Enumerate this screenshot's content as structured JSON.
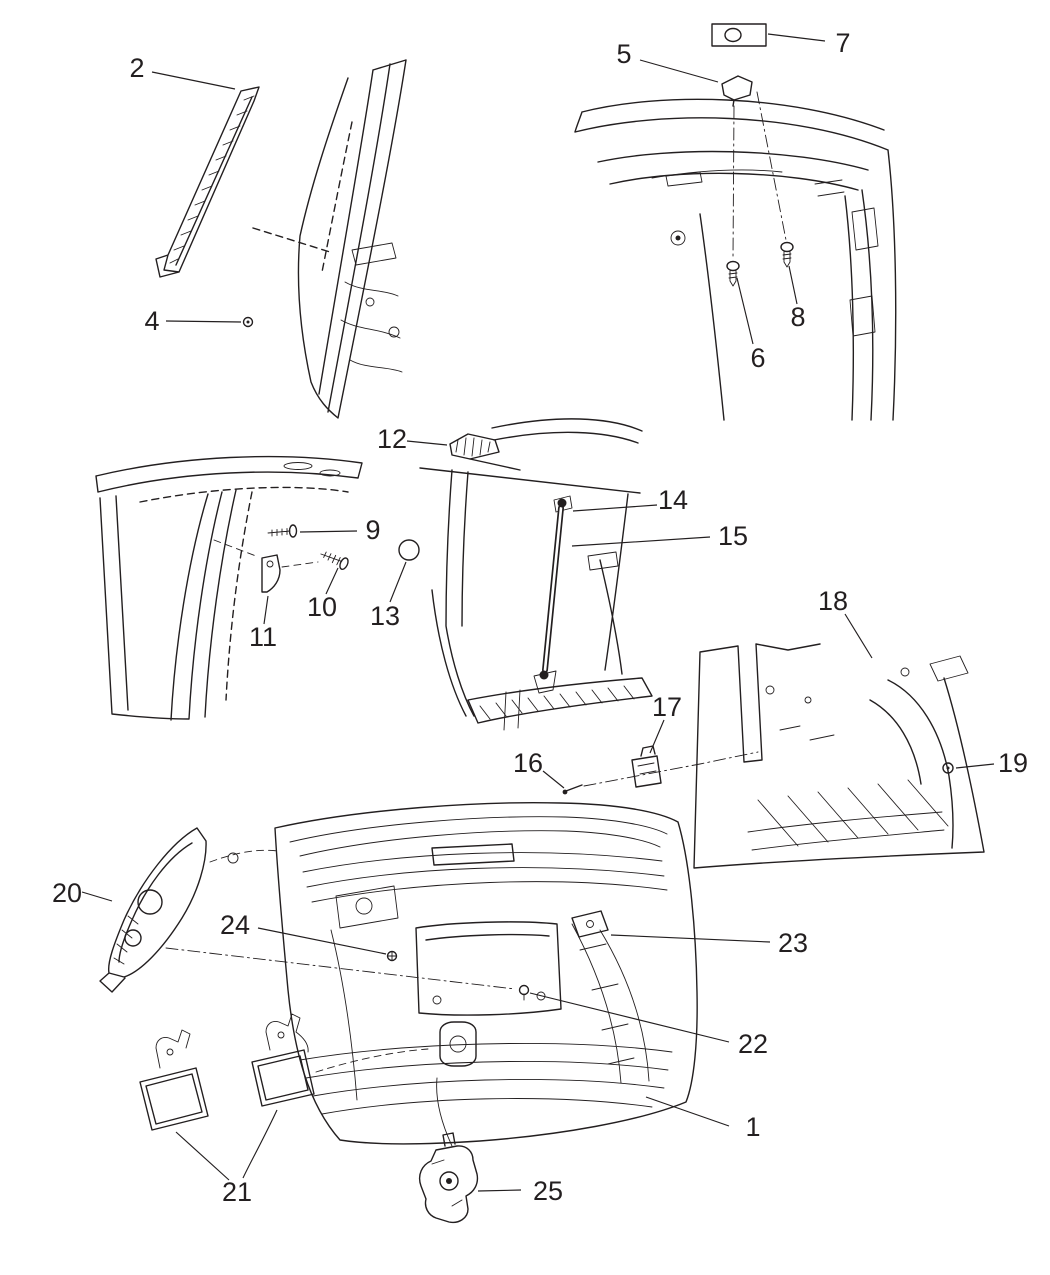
{
  "diagram": {
    "background_color": "#ffffff",
    "line_color": "#231f20",
    "callouts": [
      {
        "id": "1",
        "label": "1"
      },
      {
        "id": "2",
        "label": "2"
      },
      {
        "id": "4",
        "label": "4"
      },
      {
        "id": "5",
        "label": "5"
      },
      {
        "id": "6",
        "label": "6"
      },
      {
        "id": "7",
        "label": "7"
      },
      {
        "id": "8",
        "label": "8"
      },
      {
        "id": "9",
        "label": "9"
      },
      {
        "id": "10",
        "label": "10"
      },
      {
        "id": "11",
        "label": "11"
      },
      {
        "id": "12",
        "label": "12"
      },
      {
        "id": "13",
        "label": "13"
      },
      {
        "id": "14",
        "label": "14"
      },
      {
        "id": "15",
        "label": "15"
      },
      {
        "id": "16",
        "label": "16"
      },
      {
        "id": "17",
        "label": "17"
      },
      {
        "id": "18",
        "label": "18"
      },
      {
        "id": "19",
        "label": "19"
      },
      {
        "id": "20",
        "label": "20"
      },
      {
        "id": "21",
        "label": "21"
      },
      {
        "id": "22",
        "label": "22"
      },
      {
        "id": "23",
        "label": "23"
      },
      {
        "id": "24",
        "label": "24"
      },
      {
        "id": "25",
        "label": "25"
      }
    ]
  }
}
